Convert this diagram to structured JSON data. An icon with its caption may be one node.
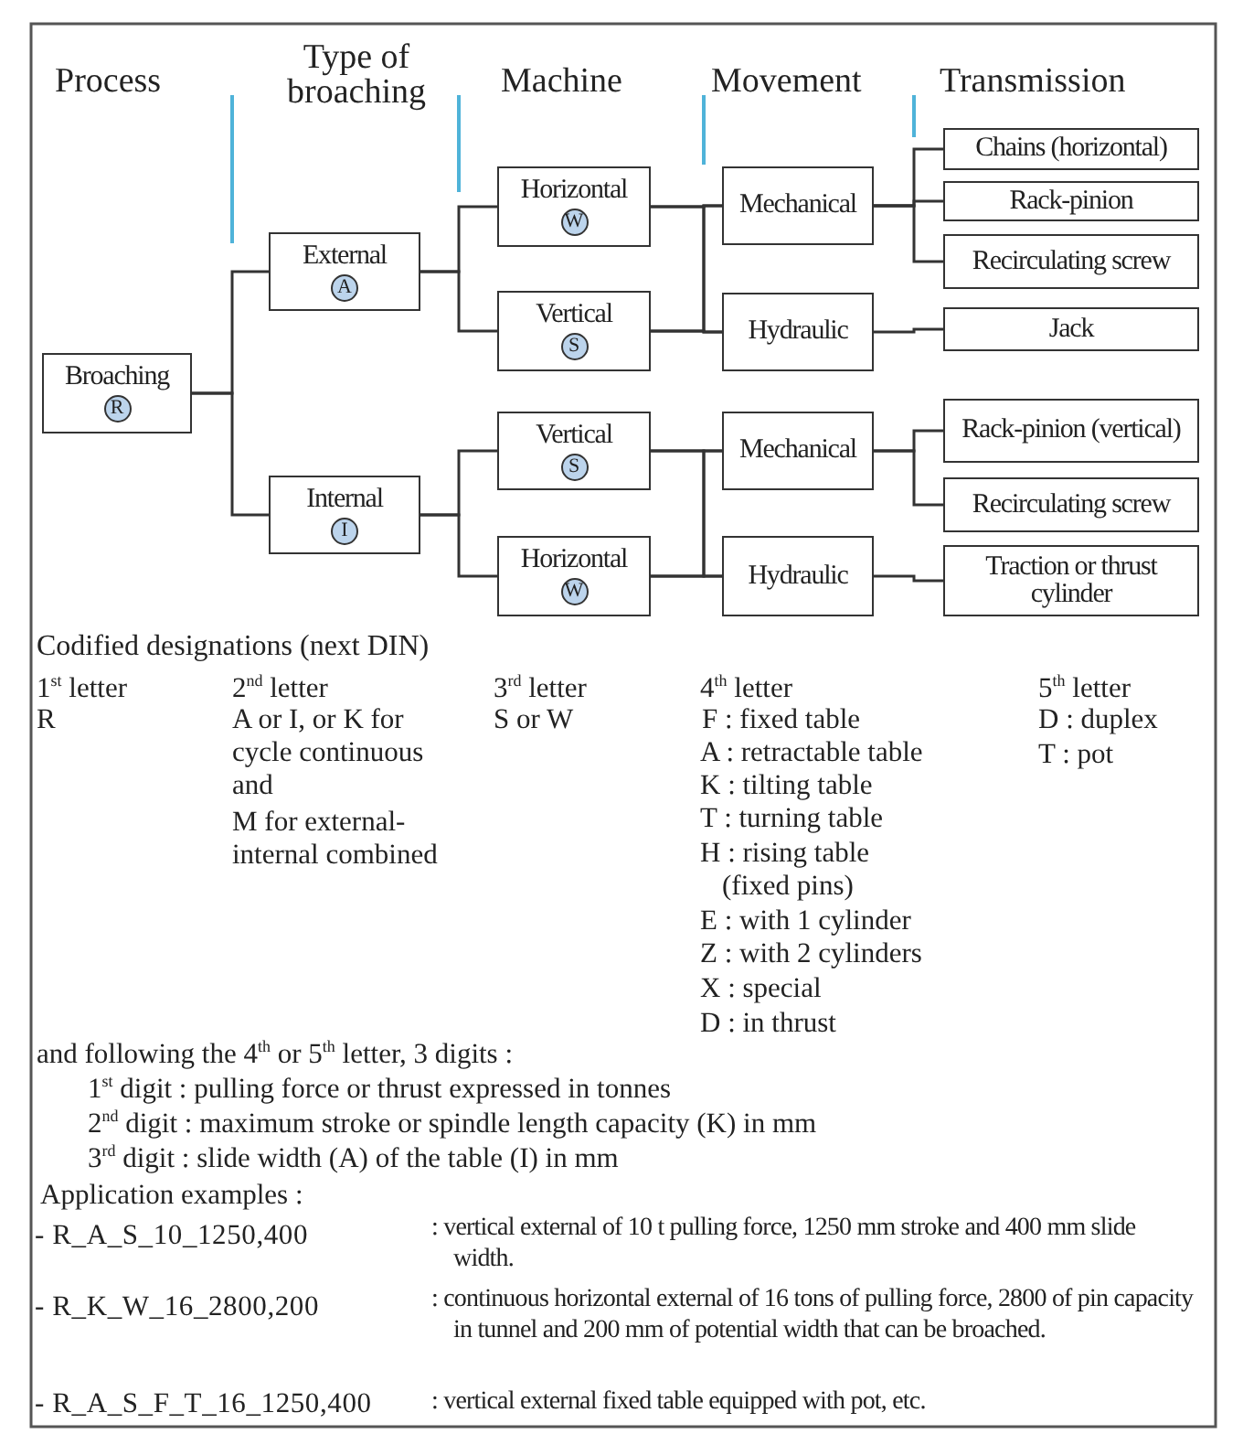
{
  "diagram": {
    "nodes": [
      {
        "text": [
          "Broaching",
          "R"
        ]
      },
      {
        "text": [
          "External",
          "A"
        ]
      },
      {
        "text": [
          "Internal",
          "I"
        ]
      },
      {
        "text": [
          "Horizontal",
          "W"
        ]
      },
      {
        "text": [
          "Vertical",
          "S"
        ]
      },
      {
        "text": [
          "Vertical",
          "S"
        ]
      },
      {
        "text": [
          "Horizontal",
          "W"
        ]
      },
      {
        "text": [
          "Mechanical"
        ]
      },
      {
        "text": [
          "Hydraulic"
        ]
      },
      {
        "text": [
          "Mechanical"
        ]
      },
      {
        "text": [
          "Hydraulic"
        ]
      },
      {
        "text": [
          "Chains (horizontal)"
        ]
      },
      {
        "text": [
          "Rack-pinion"
        ]
      },
      {
        "text": [
          "Recirculating screw"
        ]
      },
      {
        "text": [
          "Jack"
        ]
      },
      {
        "text": [
          "Rack-pinion (vertical)"
        ]
      },
      {
        "text": [
          "Recirculating screw"
        ]
      },
      {
        "text": [
          "Traction or thrust cylinder"
        ]
      }
    ],
    "edges": [
      {
        "from": 0,
        "to": 1,
        "arrow": "none"
      },
      {
        "from": 0,
        "to": 2,
        "arrow": "none"
      },
      {
        "from": 1,
        "to": 3,
        "arrow": "none"
      },
      {
        "from": 1,
        "to": 4,
        "arrow": "none"
      },
      {
        "from": 2,
        "to": 5,
        "arrow": "none"
      },
      {
        "from": 2,
        "to": 6,
        "arrow": "none"
      },
      {
        "from": 3,
        "to": 7,
        "arrow": "none"
      },
      {
        "from": 3,
        "to": 8,
        "arrow": "none"
      },
      {
        "from": 4,
        "to": 7,
        "arrow": "none"
      },
      {
        "from": 4,
        "to": 8,
        "arrow": "none"
      },
      {
        "from": 5,
        "to": 9,
        "arrow": "none"
      },
      {
        "from": 5,
        "to": 10,
        "arrow": "none"
      },
      {
        "from": 6,
        "to": 9,
        "arrow": "none"
      },
      {
        "from": 6,
        "to": 10,
        "arrow": "none"
      },
      {
        "from": 7,
        "to": 11,
        "arrow": "none"
      },
      {
        "from": 7,
        "to": 12,
        "arrow": "none"
      },
      {
        "from": 7,
        "to": 13,
        "arrow": "none"
      },
      {
        "from": 8,
        "to": 14,
        "arrow": "none"
      },
      {
        "from": 9,
        "to": 15,
        "arrow": "none"
      },
      {
        "from": 9,
        "to": 16,
        "arrow": "none"
      },
      {
        "from": 10,
        "to": 17,
        "arrow": "none"
      }
    ],
    "labels": [
      "Process",
      "Type of broaching",
      "Machine",
      "Movement",
      "Transmission",
      "Codified designations (next DIN)",
      "1$^{st}$ letter",
      "2$^{nd}$ letter",
      "3$^{rd}$ letter",
      "4$^{th}$ letter",
      "5$^{th}$ letter",
      "R",
      "A or I, or K for cycle continuous and",
      "M for external-internal combined",
      "S or W",
      "F : fixed table",
      "A : retractable table",
      "K : tilting table",
      "T : turning table",
      "H : rising table (fixed pins)",
      "E : with 1 cylinder",
      "Z : with 2 cylinders",
      "X : special",
      "D : in thrust",
      "D : duplex",
      "T : pot",
      "and following the 4$^{th}$ or 5$^{th}$ letter, 3 digits :",
      "1$^{st}$ digit : pulling force or thrust expressed in tonnes",
      "2$^{nd}$ digit : maximum stroke or spindle length capacity (K) in mm",
      "3$^{rd}$ digit : slide width (A) of the table (I) in mm",
      "Application examples :",
      "- R_A_S_10_1250,400",
      ": vertical external of 10 t pulling force, 1250 mm stroke and 400 mm slide width.",
      "- R_K_W_16_2800,200",
      ": continuous horizontal external of 16 tons of pulling force, 2800 of pin capacity in tunnel and 200 mm of potential width that can be broached.",
      "- R_A_S_F_T_16_1250,400",
      ": vertical external fixed table equipped with pot, etc."
    ]
  }
}
